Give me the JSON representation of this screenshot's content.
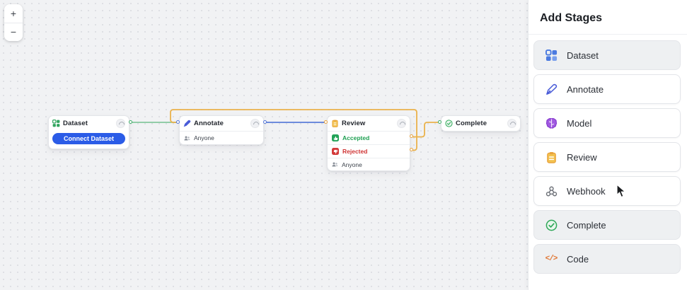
{
  "colors": {
    "canvas_bg": "#f1f2f4",
    "edge_green": "#85c89d",
    "edge_blue": "#5b7dd8",
    "edge_yellow": "#eab24c",
    "accent_blue_button": "#2b5ce7",
    "dataset_green": "#32a45f",
    "annotate_blue": "#4a5cd8",
    "model_purple": "#8b3fd1",
    "review_amber": "#e8a23d",
    "complete_green": "#2fa858",
    "code_orange": "#e0742f",
    "accepted_green": "#22a358",
    "rejected_red": "#d33a3a"
  },
  "canvas": {
    "zoom_controls": {
      "zoom_in": "+",
      "zoom_out": "−"
    },
    "nodes": {
      "dataset": {
        "title": "Dataset",
        "button": "Connect Dataset"
      },
      "annotate": {
        "title": "Annotate",
        "assignee": "Anyone"
      },
      "review": {
        "title": "Review",
        "accepted": "Accepted",
        "rejected": "Rejected",
        "assignee": "Anyone"
      },
      "complete": {
        "title": "Complete"
      }
    }
  },
  "sidebar": {
    "title": "Add Stages",
    "items": [
      {
        "label": "Dataset",
        "icon": "dataset-grid-icon",
        "muted": true
      },
      {
        "label": "Annotate",
        "icon": "pen-icon",
        "muted": false
      },
      {
        "label": "Model",
        "icon": "brain-icon",
        "muted": false
      },
      {
        "label": "Review",
        "icon": "clipboard-icon",
        "muted": false
      },
      {
        "label": "Webhook",
        "icon": "webhook-icon",
        "muted": false
      },
      {
        "label": "Complete",
        "icon": "check-circle-icon",
        "muted": true
      },
      {
        "label": "Code",
        "icon": "code-icon",
        "muted": true
      }
    ],
    "code_glyph": "</>"
  }
}
